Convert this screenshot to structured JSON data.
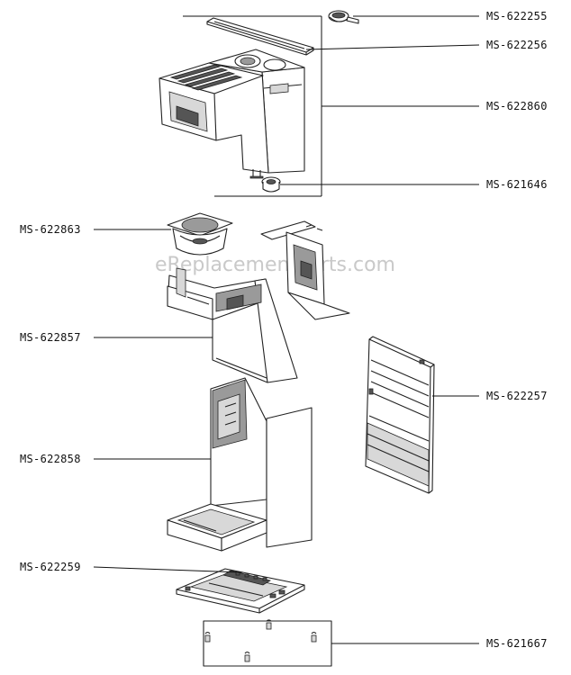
{
  "watermark": "eReplacementParts.com",
  "parts": [
    {
      "id": "p1",
      "label": "MS-622255"
    },
    {
      "id": "p2",
      "label": "MS-622256"
    },
    {
      "id": "p3",
      "label": "MS-622860"
    },
    {
      "id": "p4",
      "label": "MS-621646"
    },
    {
      "id": "p5",
      "label": "MS-622863"
    },
    {
      "id": "p6",
      "label": "MS-622857"
    },
    {
      "id": "p7",
      "label": "MS-622257"
    },
    {
      "id": "p8",
      "label": "MS-622858"
    },
    {
      "id": "p9",
      "label": "MS-622259"
    },
    {
      "id": "p10",
      "label": "MS-621667"
    }
  ]
}
